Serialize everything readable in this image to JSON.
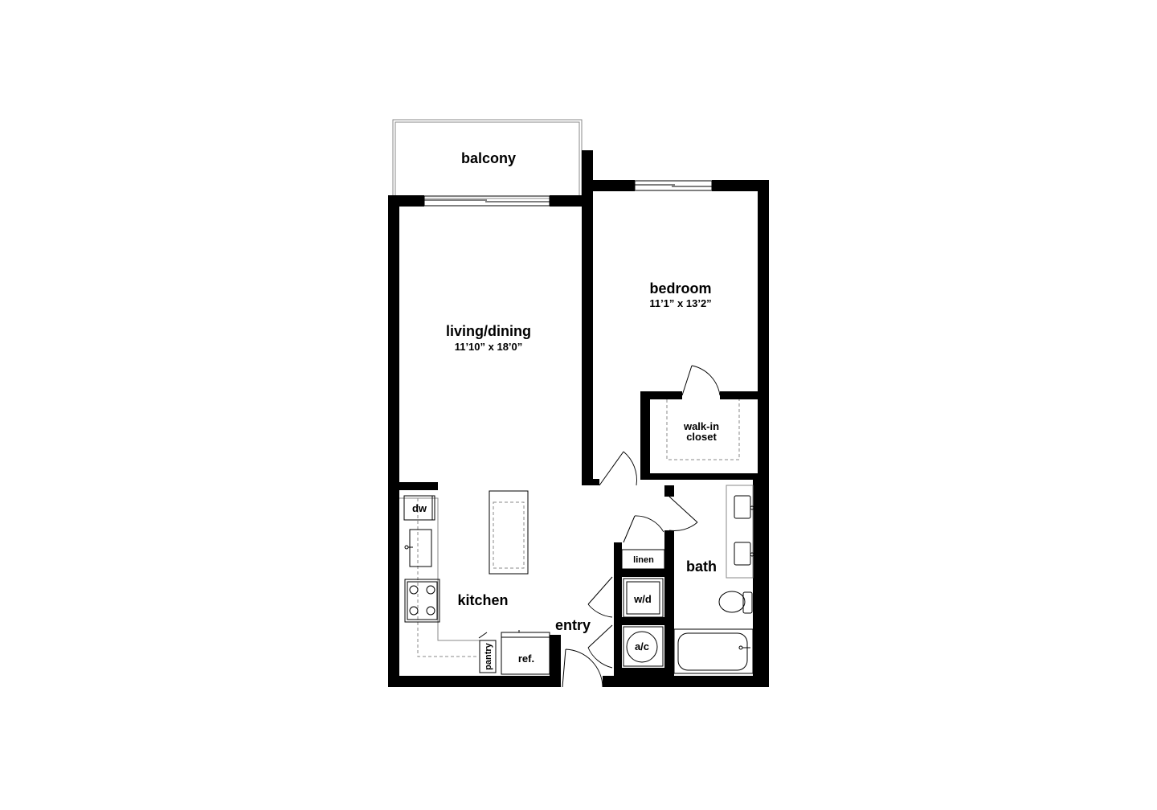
{
  "plan": {
    "rooms": {
      "balcony": {
        "name": "balcony"
      },
      "living_dining": {
        "name": "living/dining",
        "dimensions": "11’10” x 18’0”"
      },
      "bedroom": {
        "name": "bedroom",
        "dimensions": "11’1” x 13’2”"
      },
      "walk_in_closet": {
        "line1": "walk-in",
        "line2": "closet"
      },
      "bath": {
        "name": "bath"
      },
      "kitchen": {
        "name": "kitchen"
      },
      "entry": {
        "name": "entry"
      }
    },
    "fixtures": {
      "dishwasher": "dw",
      "linen": "linen",
      "washer_dryer": "w/d",
      "air_conditioner": "a/c",
      "pantry": "pantry",
      "refrigerator": "ref."
    }
  }
}
